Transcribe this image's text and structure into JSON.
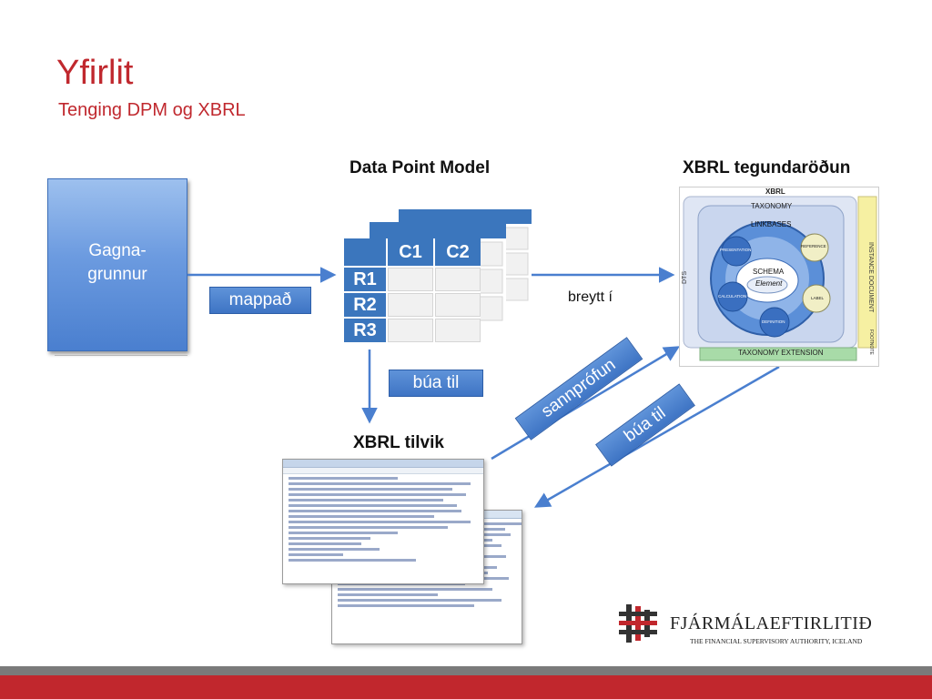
{
  "slide": {
    "title": "Yfirlit",
    "subtitle": "Tenging DPM og XBRL"
  },
  "headings": {
    "dpm": "Data Point Model",
    "xbrl_taxonomy": "XBRL tegundaröðun",
    "xbrl_instance": "XBRL tilvik"
  },
  "database": {
    "label_line1": "Gagna-",
    "label_line2": "grunnur"
  },
  "tags": {
    "mappad": "mappað",
    "bua_til": "búa til",
    "sannprofun": "sannprófun",
    "bua_til_2": "búa til"
  },
  "arrow_label": "breytt í",
  "dpm_table": {
    "columns": [
      "C1",
      "C2"
    ],
    "rows": [
      "R1",
      "R2",
      "R3"
    ]
  },
  "taxonomy": {
    "header": "XBRL",
    "taxonomy": "TAXONOMY",
    "linkbases": "LINKBASES",
    "schema": "SCHEMA",
    "element": "Element",
    "presentation": "PRESENTATION",
    "reference": "REFERENCE",
    "calculation": "CALCULATION",
    "label": "LABEL",
    "definition": "DEFINITION",
    "dts": "DTS",
    "instance_document": "INSTANCE DOCUMENT",
    "footnote": "FOOTNOTE",
    "extension": "TAXONOMY EXTENSION"
  },
  "logo": {
    "name": "FJÁRMÁLAEFTIRLITIÐ",
    "subtitle": "THE FINANCIAL SUPERVISORY AUTHORITY, ICELAND"
  },
  "colors": {
    "title_red": "#c0282e",
    "accent_blue": "#3b76bd",
    "arrow_blue": "#4a7fcf",
    "footer_red": "#c1272d",
    "footer_gray": "#7a7a7a"
  }
}
